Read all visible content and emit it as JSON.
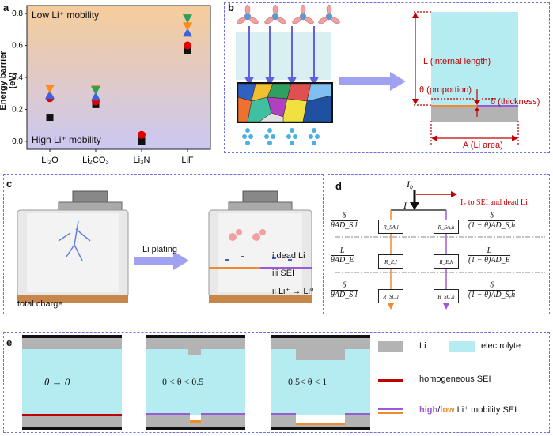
{
  "panels": {
    "a": "a",
    "b": "b",
    "c": "c",
    "d": "d",
    "e": "e"
  },
  "panel_a": {
    "chart_data": {
      "type": "scatter",
      "ylabel": "Energy barrier (eV)",
      "ylim": [
        -0.05,
        0.85
      ],
      "yticks": [
        "0.0",
        "0.2",
        "0.4",
        "0.6",
        "0.8"
      ],
      "categories": [
        "Li₂O",
        "Li₂CO₃",
        "Li₃N",
        "LiF"
      ],
      "series": [
        {
          "marker": "square",
          "color": "#111111",
          "values": [
            0.15,
            0.23,
            0.0,
            0.57
          ]
        },
        {
          "marker": "circle",
          "color": "#e00000",
          "values": [
            0.27,
            0.25,
            0.04,
            0.6
          ]
        },
        {
          "marker": "triangle-up",
          "color": "#4060e0",
          "values": [
            0.29,
            0.28,
            null,
            0.68
          ]
        },
        {
          "marker": "triangle-down",
          "color": "#ff8c1a",
          "values": [
            0.33,
            0.33,
            null,
            0.72
          ]
        },
        {
          "marker": "triangle-down",
          "color": "#2ca05a",
          "values": [
            null,
            0.32,
            null,
            0.77
          ]
        }
      ],
      "annotations": [
        "Low Li⁺ mobility",
        "High Li⁺ mobility"
      ]
    }
  },
  "panel_b": {
    "internal_length": "L (internal length)",
    "proportion": "θ (proportion)",
    "thickness": "δ (thickness)",
    "li_area": "A (Li area)"
  },
  "panel_c": {
    "total_charge": "total charge",
    "li_plating": "Li plating",
    "item1": "i dead Li",
    "item2": "iii SEI",
    "item3": "ii Li⁺ → Li⁰"
  },
  "panel_d": {
    "i0": "I₀",
    "i": "I",
    "iir_label": "Iᵢᵣ to SEI and dead Li",
    "resistors": [
      "R_SA,l",
      "R_SA,h",
      "R_E,l",
      "R_E,h",
      "R_SC,l",
      "R_SC,h"
    ],
    "left_terms": [
      {
        "num": "δ",
        "den": "θAD_S,l"
      },
      {
        "num": "L",
        "den": "θAD_E"
      },
      {
        "num": "δ",
        "den": "θAD_S,l"
      }
    ],
    "right_terms": [
      {
        "num": "δ",
        "den": "(1 − θ)AD_S,h"
      },
      {
        "num": "L",
        "den": "(1 − θ)AD_E"
      },
      {
        "num": "δ",
        "den": "(1 − θ)AD_S,h"
      }
    ]
  },
  "panel_e": {
    "cells": [
      "θ → 0",
      "0 < θ < 0.5",
      "0.5< θ < 1"
    ],
    "legend": {
      "li": "Li",
      "electrolyte": "electrolyte",
      "homogeneous": "homogeneous SEI",
      "high": "high",
      "slash": "/",
      "low": "low",
      "mobility": " Li⁺ mobility SEI"
    }
  },
  "colors": {
    "dash": "#6f6fe0",
    "gray": "#b3b3b3",
    "electrolyte": "#b4ecf2",
    "red_sei": "#c00000",
    "orange": "#f08a30",
    "purple": "#9b5bd6"
  }
}
